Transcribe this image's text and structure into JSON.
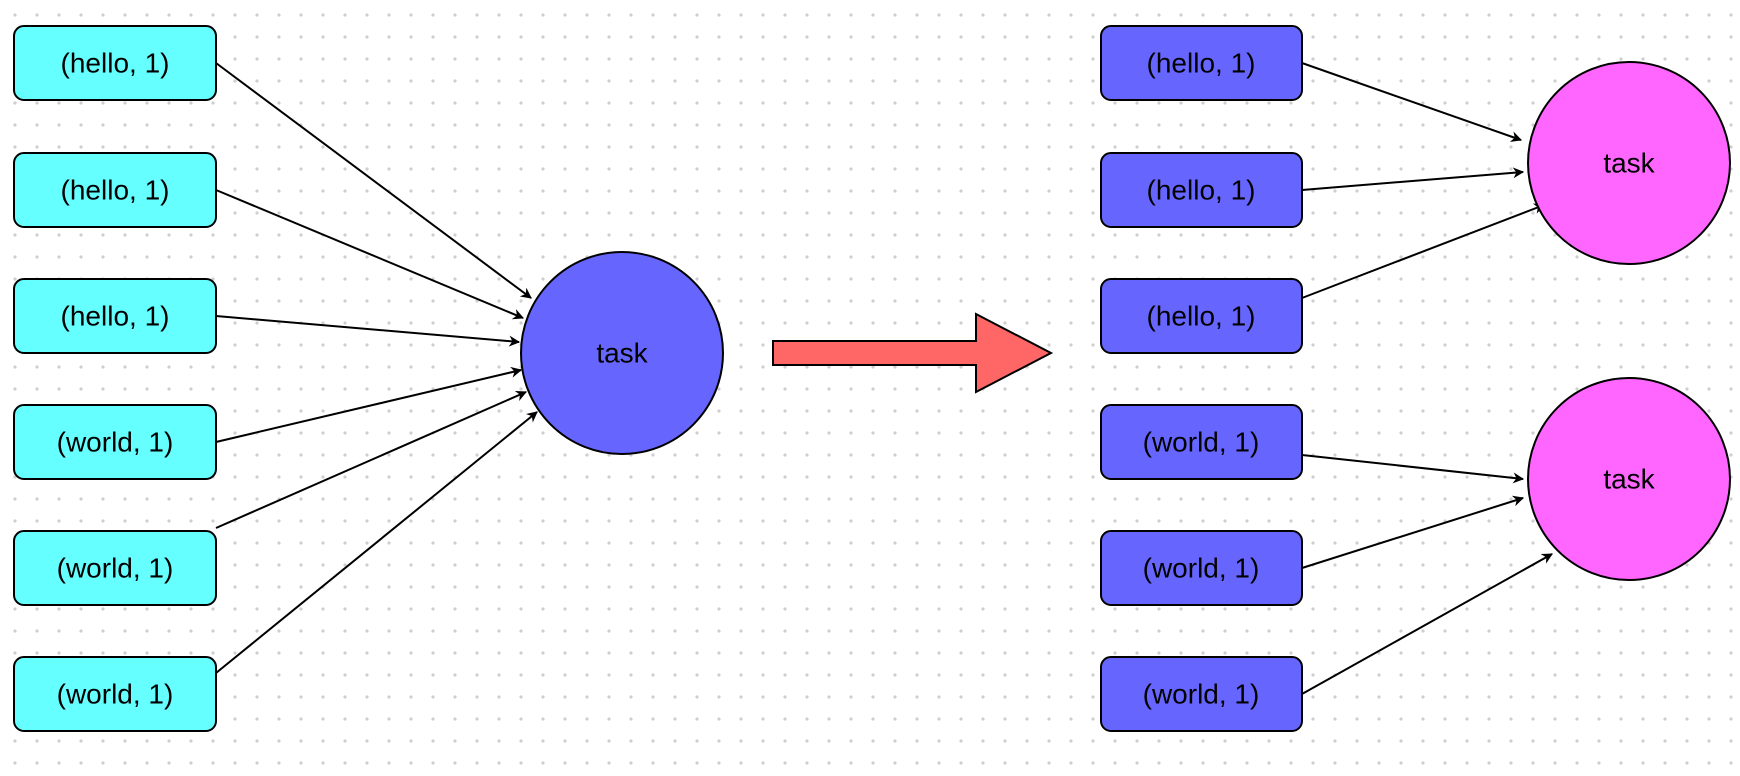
{
  "colors": {
    "left_record_fill": "#66ffff",
    "right_record_fill": "#6666ff",
    "left_task_fill": "#6666ff",
    "right_task_fill": "#ff66ff",
    "transform_arrow_fill": "#ff6666"
  },
  "left": {
    "records": [
      "(hello, 1)",
      "(hello, 1)",
      "(hello, 1)",
      "(world, 1)",
      "(world, 1)",
      "(world, 1)"
    ],
    "task": "task"
  },
  "right": {
    "records": [
      "(hello, 1)",
      "(hello, 1)",
      "(hello, 1)",
      "(world, 1)",
      "(world, 1)",
      "(world, 1)"
    ],
    "tasks": [
      "task",
      "task"
    ]
  }
}
